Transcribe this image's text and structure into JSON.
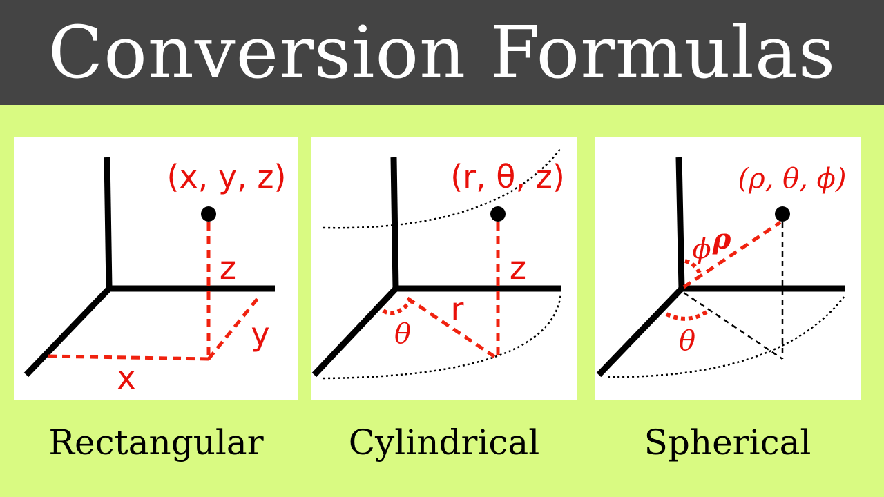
{
  "title": "Conversion Formulas",
  "panels": [
    {
      "name": "Rectangular",
      "point": "(x, y, z)",
      "labels": {
        "x": "x",
        "y": "y",
        "z": "z"
      }
    },
    {
      "name": "Cylindrical",
      "point": "(r, θ, z)",
      "labels": {
        "r": "r",
        "theta": "θ",
        "z": "z"
      }
    },
    {
      "name": "Spherical",
      "point": "(ρ, θ, ϕ)",
      "labels": {
        "rho": "ρ",
        "theta": "θ",
        "phi": "ϕ"
      }
    }
  ],
  "colors": {
    "header": "#444444",
    "background": "#d9fa82",
    "accent": "#e8100a"
  }
}
